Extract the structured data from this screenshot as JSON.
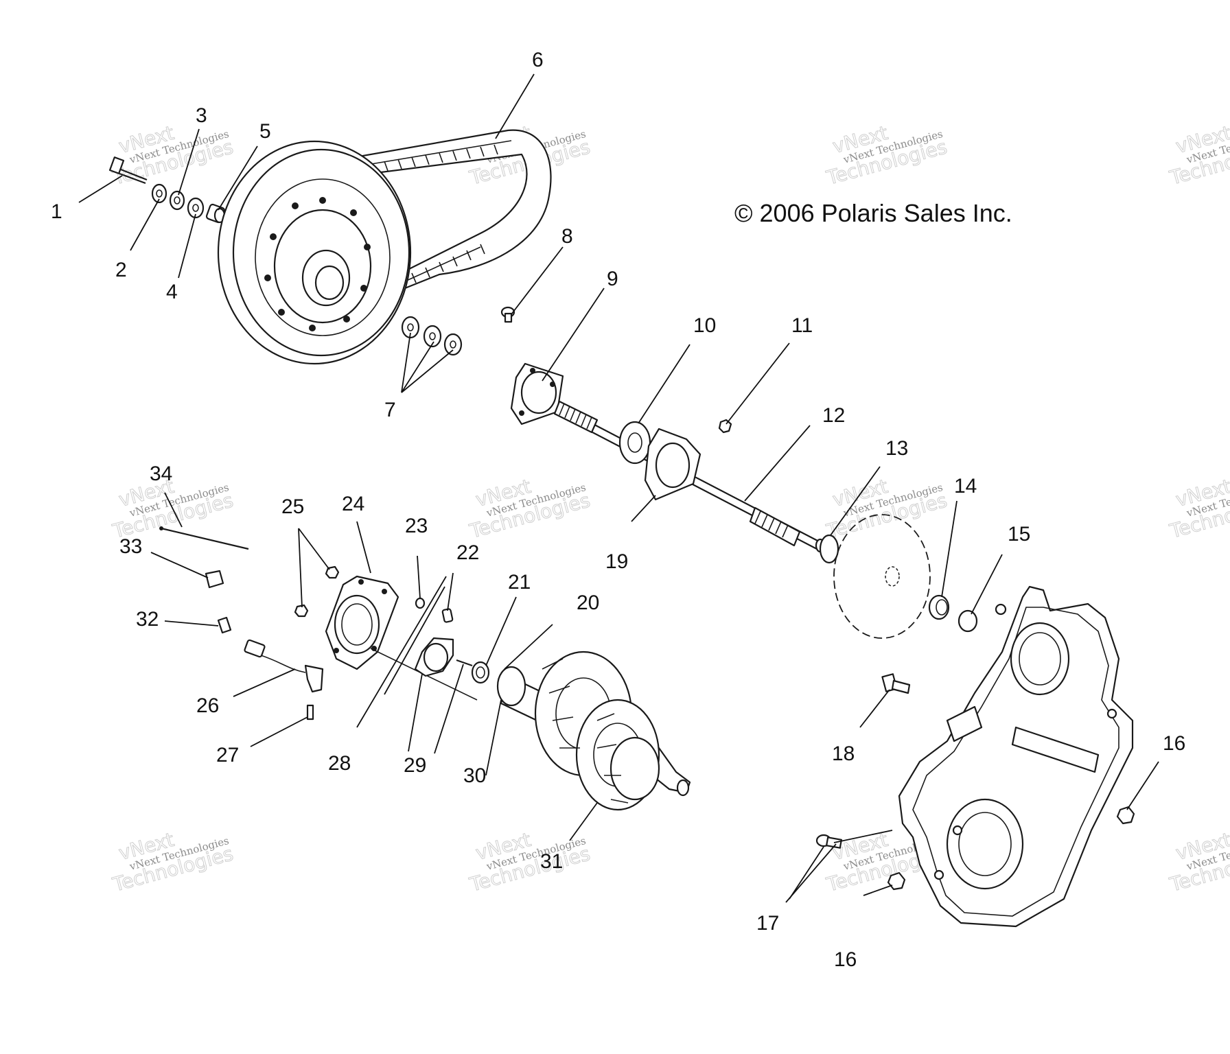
{
  "copyright": "© 2006 Polaris Sales Inc.",
  "watermark": {
    "line1": "vNext",
    "line2": "vNext Technologies",
    "line3": "Technologies"
  },
  "callouts": [
    "1",
    "2",
    "3",
    "4",
    "5",
    "6",
    "7",
    "8",
    "9",
    "10",
    "11",
    "12",
    "13",
    "14",
    "15",
    "16",
    "16",
    "17",
    "18",
    "19",
    "20",
    "21",
    "22",
    "23",
    "24",
    "25",
    "26",
    "27",
    "28",
    "29",
    "30",
    "31",
    "32",
    "33",
    "34"
  ],
  "colors": {
    "ink": "#1a1a1a",
    "watermark": "#8c8c8c"
  }
}
